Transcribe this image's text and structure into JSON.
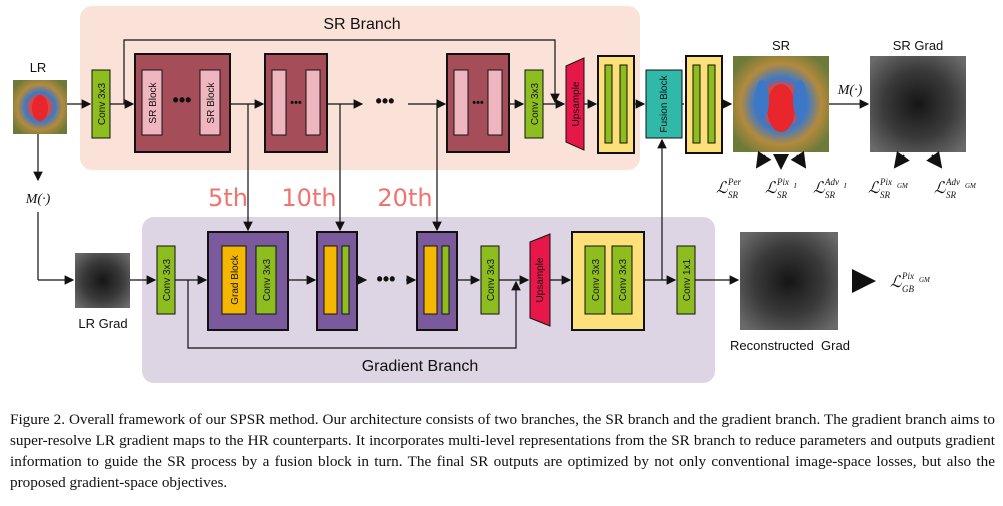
{
  "sr_branch": {
    "title": "SR Branch",
    "conv_label": "Conv 3x3",
    "sr_block_label": "SR Block",
    "upsample_label": "Upsample",
    "fusion_label": "Fusion Block"
  },
  "gradient_branch": {
    "title": "Gradient Branch",
    "conv_label": "Conv 3x3",
    "grad_block_label": "Grad Block",
    "upsample_label": "Upsample",
    "conv1x1_label": "Conv 1x1"
  },
  "levels": [
    "5th",
    "10th",
    "20th"
  ],
  "images": {
    "lr": "LR",
    "lr_grad": "LR Grad",
    "sr": "SR",
    "sr_grad": "SR Grad",
    "reconstructed": "Reconstructed  Grad"
  },
  "operators": {
    "m_left": "M(·)",
    "m_right": "M(·)"
  },
  "losses": {
    "sr_per": {
      "sym": "ℒ",
      "sub": "SR",
      "sup": "Per"
    },
    "sr_pix": {
      "sym": "ℒ",
      "sub": "SR",
      "sup": "Pix",
      "supsub": "I"
    },
    "sr_adv": {
      "sym": "ℒ",
      "sub": "SR",
      "sup": "Adv",
      "supsub": "I"
    },
    "sr_pixgm": {
      "sym": "ℒ",
      "sub": "SR",
      "sup": "Pix",
      "supsub": "GM"
    },
    "sr_advgm": {
      "sym": "ℒ",
      "sub": "SR",
      "sup": "Adv",
      "supsub": "GM"
    },
    "gb_pixgm": {
      "sym": "ℒ",
      "sub": "GB",
      "sup": "Pix",
      "supsub": "GM"
    }
  },
  "colors": {
    "sr_bg": "#fbe2d8",
    "grad_bg": "#ddd4e4",
    "conv": "#8dbd1e",
    "sr_block_outer": "#a54e5a",
    "sr_block_inner": "#f0b6c0",
    "upsample": "#e8174a",
    "fusion": "#30b8a8",
    "yellow": "#fde07a",
    "grad_block_outer": "#7a5a9c",
    "grad_block": "#f5b800"
  },
  "caption": "Figure 2. Overall framework of our SPSR method. Our architecture consists of two branches, the SR branch and the gradient branch. The gradient branch aims to super-resolve LR gradient maps to the HR counterparts. It incorporates multi-level representations from the SR branch to reduce parameters and outputs gradient information to guide the SR process by a fusion block in turn. The final SR outputs are optimized by not only conventional image-space losses, but also the proposed gradient-space objectives."
}
